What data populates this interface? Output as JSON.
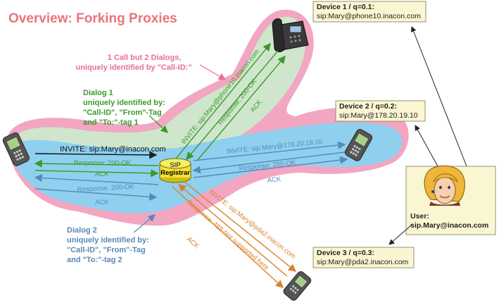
{
  "title": "Overview: Forking Proxies",
  "registrar": {
    "line1": "SIP",
    "line2": "Registrar"
  },
  "call_note": {
    "line1": "1 Call but 2 Dialogs,",
    "line2": "uniquely identified by \"Call-ID:\""
  },
  "dialog1": {
    "line1": "Dialog 1",
    "line2": "uniquely identified by:",
    "line3": "\"Call-ID\", \"From\"-Tag",
    "line4": "and \"To:\"-tag 1"
  },
  "dialog2": {
    "line1": "Dialog 2",
    "line2": "uniquely identified by:",
    "line3": "\"Call-ID\", \"From\"-Tag",
    "line4": "and \"To:\"-tag 2"
  },
  "devices": [
    {
      "title": "Device 1 / q=0.1:",
      "address": "sip:Mary@phone10.inacon.com"
    },
    {
      "title": "Device 2 / q=0.2:",
      "address": "sip:Mary@178.20.19.10"
    },
    {
      "title": "Device 3 / q=0.3:",
      "address": "sip:Mary@pda2.inacon.com"
    }
  ],
  "user": {
    "label": "User:",
    "address": "sip.Mary@inacon.com"
  },
  "messages": {
    "caller_invite": "INVITE: sip:Mary@inacon.com",
    "caller_resp_200": "Response: 200-OK",
    "caller_ack": "ACK",
    "caller_resp_200_b": "Response: 200-OK",
    "caller_ack_b": "ACK",
    "d1_invite": "INVITE: sip:Mary@phone10.inacon.com",
    "d1_resp": "Response: 200-OK",
    "d1_ack": "ACK",
    "d2_invite": "INVITE: sip:Mary@178.20.19.10",
    "d2_resp": "Response: 200-OK",
    "d2_ack": "ACK",
    "d3_invite": "INVITE: sip:Mary@pda2.inacon.com",
    "d3_resp": "Response: 488-Not supported here",
    "d3_ack": "ACK"
  },
  "colors": {
    "title": "#e8757a",
    "pink": "#f2a6c2",
    "green_fill": "#cfe6cc",
    "blue_fill": "#8fd0ef",
    "green_text": "#3a9a2a",
    "blue_text": "#5a88b8",
    "orange": "#d9822b",
    "pink_text": "#e66f9b",
    "device_box": "#fbf6d2"
  }
}
